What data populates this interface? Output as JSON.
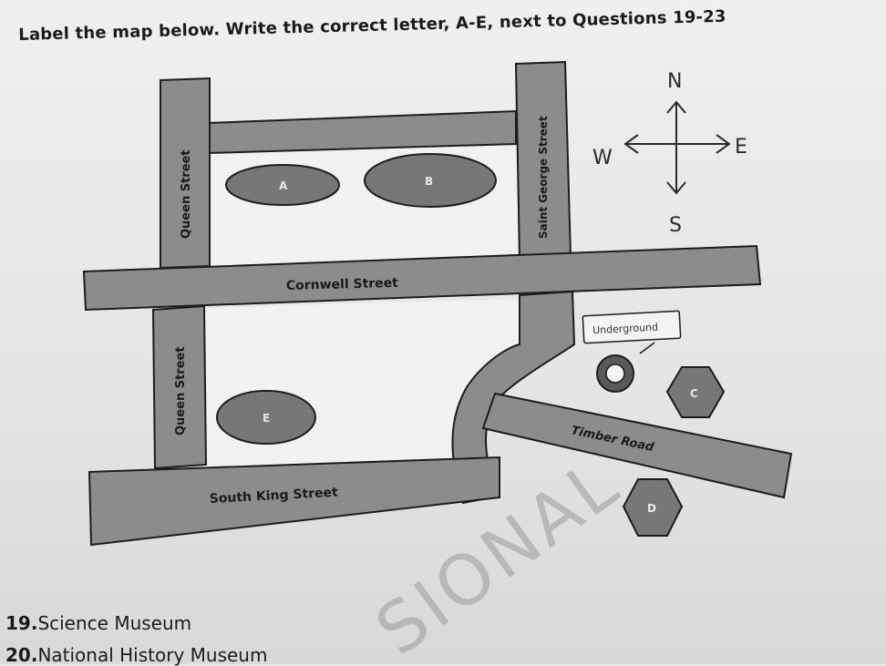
{
  "instruction": "Label the map below. Write the correct letter, A-E, next to Questions 19-23",
  "streets": {
    "queen_upper": "Queen Street",
    "queen_lower": "Queen Street",
    "saint_george": "Saint George Street",
    "cornwell": "Cornwell Street",
    "south_king": "South King Street",
    "timber": "Timber Road"
  },
  "places": [
    "A",
    "B",
    "C",
    "D",
    "E"
  ],
  "underground": {
    "label": "Underground"
  },
  "compass": {
    "n": "N",
    "s": "S",
    "e": "E",
    "w": "W"
  },
  "questions": [
    {
      "number": "19.",
      "text": "Science Museum"
    },
    {
      "number": "20.",
      "text": "National History Museum"
    }
  ],
  "watermark": "SIONAL",
  "colors": {
    "street": "#8c8c8c",
    "paper": "#efefed",
    "ink": "#1b1b1b"
  }
}
